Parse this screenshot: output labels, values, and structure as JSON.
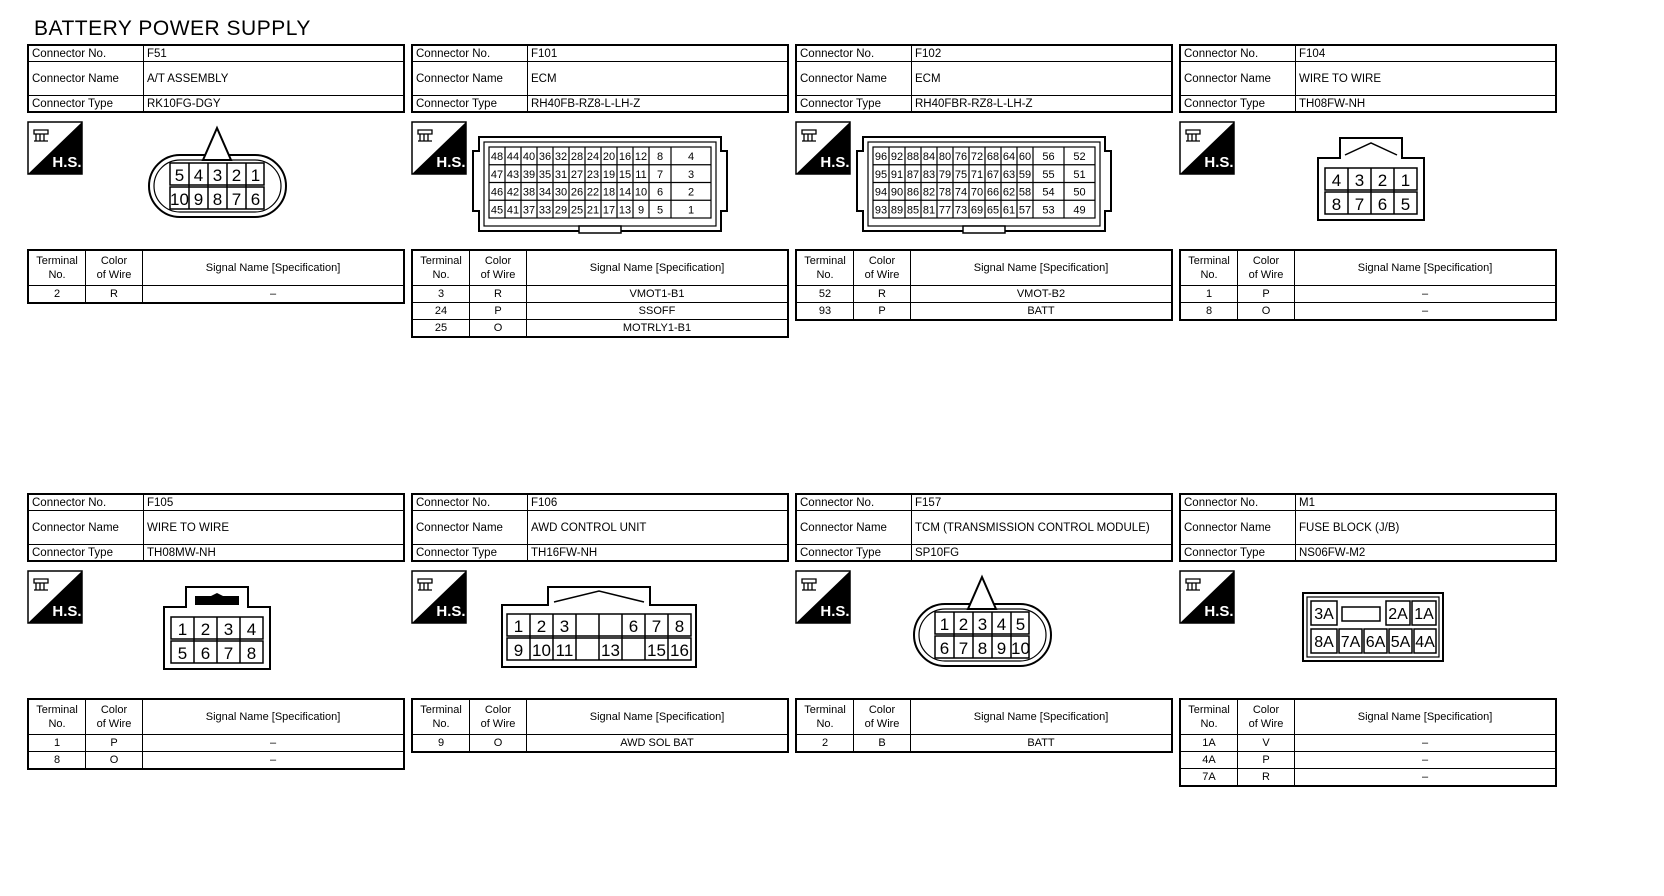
{
  "page_title": "BATTERY POWER SUPPLY",
  "labels": {
    "connector_no": "Connector No.",
    "connector_name": "Connector Name",
    "connector_type": "Connector Type",
    "terminal_no": [
      "Terminal",
      "No."
    ],
    "color_of_wire": [
      "Color",
      "of Wire"
    ],
    "signal_name": "Signal Name [Specification]",
    "hs_badge": "H.S."
  },
  "connectors": [
    {
      "no": "F51",
      "name": "A/T ASSEMBLY",
      "type": "RK10FG-DGY",
      "pins": {
        "top": [
          "5",
          "4",
          "3",
          "2",
          "1"
        ],
        "bottom": [
          "10",
          "9",
          "8",
          "7",
          "6"
        ]
      },
      "rows": [
        {
          "t": "2",
          "c": "R",
          "s": "–"
        }
      ]
    },
    {
      "no": "F101",
      "name": "ECM",
      "type": "RH40FB-RZ8-L-LH-Z",
      "pins": {
        "grid": [
          [
            "48",
            "44",
            "40",
            "36",
            "32",
            "28",
            "24",
            "20",
            "16",
            "12",
            "8",
            "4"
          ],
          [
            "47",
            "43",
            "39",
            "35",
            "31",
            "27",
            "23",
            "19",
            "15",
            "11",
            "7",
            "3"
          ],
          [
            "46",
            "42",
            "38",
            "34",
            "30",
            "26",
            "22",
            "18",
            "14",
            "10",
            "6",
            "2"
          ],
          [
            "45",
            "41",
            "37",
            "33",
            "29",
            "25",
            "21",
            "17",
            "13",
            "9",
            "5",
            "1"
          ]
        ]
      },
      "rows": [
        {
          "t": "3",
          "c": "R",
          "s": "VMOT1-B1"
        },
        {
          "t": "24",
          "c": "P",
          "s": "SSOFF"
        },
        {
          "t": "25",
          "c": "O",
          "s": "MOTRLY1-B1"
        }
      ]
    },
    {
      "no": "F102",
      "name": "ECM",
      "type": "RH40FBR-RZ8-L-LH-Z",
      "pins": {
        "grid": [
          [
            "96",
            "92",
            "88",
            "84",
            "80",
            "76",
            "72",
            "68",
            "64",
            "60",
            "56",
            "52"
          ],
          [
            "95",
            "91",
            "87",
            "83",
            "79",
            "75",
            "71",
            "67",
            "63",
            "59",
            "55",
            "51"
          ],
          [
            "94",
            "90",
            "86",
            "82",
            "78",
            "74",
            "70",
            "66",
            "62",
            "58",
            "54",
            "50"
          ],
          [
            "93",
            "89",
            "85",
            "81",
            "77",
            "73",
            "69",
            "65",
            "61",
            "57",
            "53",
            "49"
          ]
        ]
      },
      "rows": [
        {
          "t": "52",
          "c": "R",
          "s": "VMOT-B2"
        },
        {
          "t": "93",
          "c": "P",
          "s": "BATT"
        }
      ]
    },
    {
      "no": "F104",
      "name": "WIRE TO WIRE",
      "type": "TH08FW-NH",
      "pins": {
        "top": [
          "4",
          "3",
          "2",
          "1"
        ],
        "bottom": [
          "8",
          "7",
          "6",
          "5"
        ]
      },
      "rows": [
        {
          "t": "1",
          "c": "P",
          "s": "–"
        },
        {
          "t": "8",
          "c": "O",
          "s": "–"
        }
      ]
    },
    {
      "no": "F105",
      "name": "WIRE TO WIRE",
      "type": "TH08MW-NH",
      "pins": {
        "top": [
          "1",
          "2",
          "3",
          "4"
        ],
        "bottom": [
          "5",
          "6",
          "7",
          "8"
        ]
      },
      "rows": [
        {
          "t": "1",
          "c": "P",
          "s": "–"
        },
        {
          "t": "8",
          "c": "O",
          "s": "–"
        }
      ]
    },
    {
      "no": "F106",
      "name": "AWD CONTROL UNIT",
      "type": "TH16FW-NH",
      "pins": {
        "top": [
          "1",
          "2",
          "3",
          "",
          "",
          "6",
          "7",
          "8"
        ],
        "bottom": [
          "9",
          "10",
          "11",
          "",
          "13",
          "",
          "15",
          "16"
        ]
      },
      "rows": [
        {
          "t": "9",
          "c": "O",
          "s": "AWD SOL BAT"
        }
      ]
    },
    {
      "no": "F157",
      "name": "TCM (TRANSMISSION CONTROL MODULE)",
      "type": "SP10FG",
      "pins": {
        "top": [
          "1",
          "2",
          "3",
          "4",
          "5"
        ],
        "bottom": [
          "6",
          "7",
          "8",
          "9",
          "10"
        ]
      },
      "rows": [
        {
          "t": "2",
          "c": "B",
          "s": "BATT"
        }
      ]
    },
    {
      "no": "M1",
      "name": "FUSE BLOCK (J/B)",
      "type": "NS06FW-M2",
      "pins": {
        "top": [
          "3A",
          "",
          "2A",
          "1A"
        ],
        "bottom": [
          "8A",
          "7A",
          "6A",
          "5A",
          "4A"
        ]
      },
      "rows": [
        {
          "t": "1A",
          "c": "V",
          "s": "–"
        },
        {
          "t": "4A",
          "c": "P",
          "s": "–"
        },
        {
          "t": "7A",
          "c": "R",
          "s": "–"
        }
      ]
    }
  ]
}
